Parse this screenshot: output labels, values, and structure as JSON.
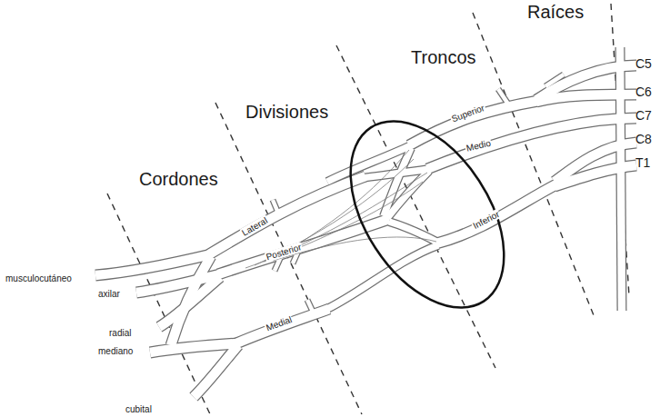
{
  "diagram": {
    "labels": [
      "Raíces",
      "Troncos",
      "Divisiones",
      "Cordones",
      "C5",
      "C6",
      "C7",
      "C8",
      "T1",
      "Superior",
      "Medio",
      "Inferior",
      "Lateral",
      "Posterior",
      "Medial",
      "musculocutáneo",
      "axilar",
      "radial",
      "mediano",
      "cubital"
    ]
  }
}
